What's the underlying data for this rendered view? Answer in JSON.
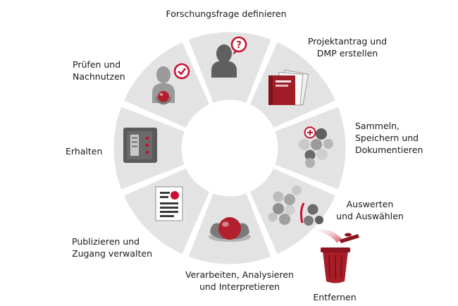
{
  "diagram": {
    "colors": {
      "segment": "#e3e3e3",
      "center": "#ffffff",
      "accent_red": "#c8102e",
      "dark_grey": "#5a5a5a",
      "mid_grey": "#9a9a9a",
      "light_grey": "#c4c4c4"
    },
    "stages": [
      {
        "id": "question",
        "icon": "person-question-icon",
        "lines": [
          "Forschungsfrage definieren"
        ]
      },
      {
        "id": "proposal",
        "icon": "document-folder-icon",
        "lines": [
          "Projektantrag und",
          "DMP erstellen"
        ]
      },
      {
        "id": "collect",
        "icon": "data-balls-add-icon",
        "lines": [
          "Sammeln,",
          "Speichern und",
          "Dokumentieren"
        ]
      },
      {
        "id": "evaluate",
        "icon": "data-balls-select-icon",
        "lines": [
          "Auswerten",
          "und Auswählen"
        ]
      },
      {
        "id": "process",
        "icon": "red-ball-hands-icon",
        "lines": [
          "Verarbeiten, Analysieren",
          "und Interpretieren"
        ]
      },
      {
        "id": "publish",
        "icon": "published-page-icon",
        "lines": [
          "Publizieren und",
          "Zugang verwalten"
        ]
      },
      {
        "id": "preserve",
        "icon": "storage-safe-icon",
        "lines": [
          "Erhalten"
        ]
      },
      {
        "id": "reuse",
        "icon": "person-check-icon",
        "lines": [
          "Prüfen und",
          "Nachnutzen"
        ]
      }
    ],
    "removal": {
      "icon": "trash-bin-icon",
      "lines": [
        "Entfernen"
      ]
    }
  }
}
